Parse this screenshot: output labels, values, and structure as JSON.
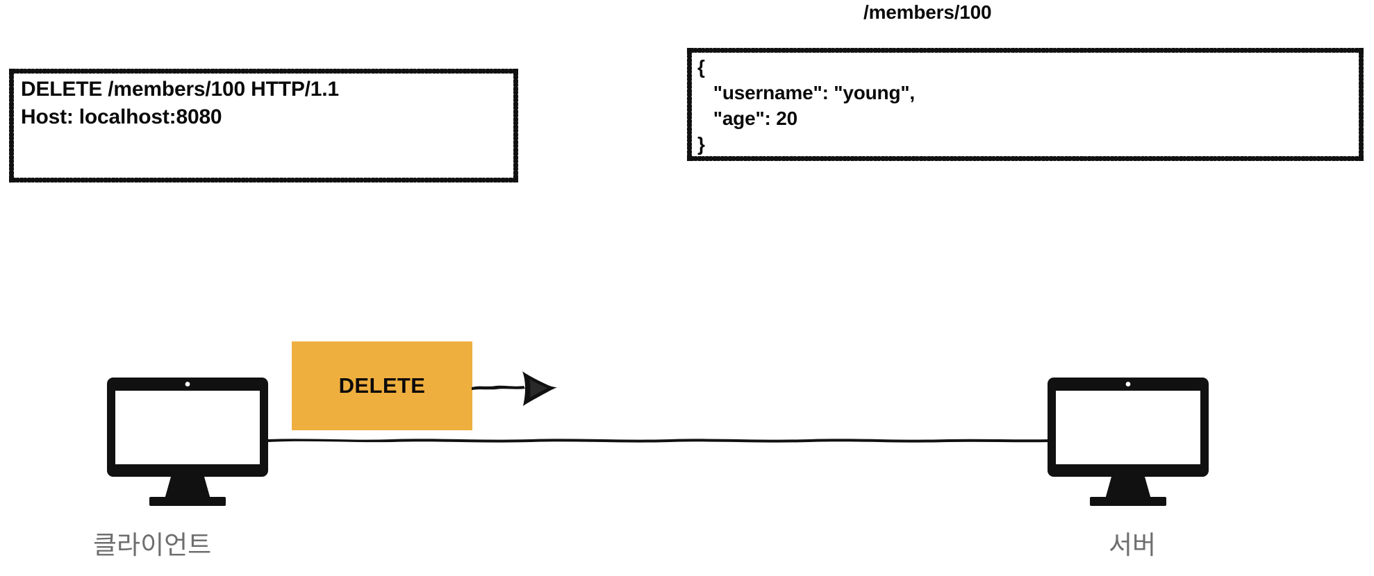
{
  "diagram": {
    "title": "HTTP DELETE request flow",
    "colors": {
      "method_badge_bg": "#efaf3e",
      "ink": "#111111",
      "node_label": "#6e6e6e",
      "background": "#ffffff"
    }
  },
  "request_box": {
    "name": "http-request",
    "lines": [
      "DELETE /members/100 HTTP/1.1",
      "Host: localhost:8080"
    ]
  },
  "response": {
    "path_label": "/members/100",
    "body_lines": [
      "{",
      "   \"username\": \"young\",",
      "   \"age\": 20",
      "}"
    ],
    "fields": {
      "username": "young",
      "age": 20
    }
  },
  "method_badge": {
    "label": "DELETE"
  },
  "arrow": {
    "icon": "arrow-right-icon",
    "direction": "right"
  },
  "nodes": [
    {
      "id": "client",
      "label": "클라이언트",
      "icon": "monitor-icon"
    },
    {
      "id": "server",
      "label": "서버",
      "icon": "monitor-icon"
    }
  ],
  "connection": {
    "icon": "horizontal-line",
    "from": "client",
    "to": "server"
  }
}
